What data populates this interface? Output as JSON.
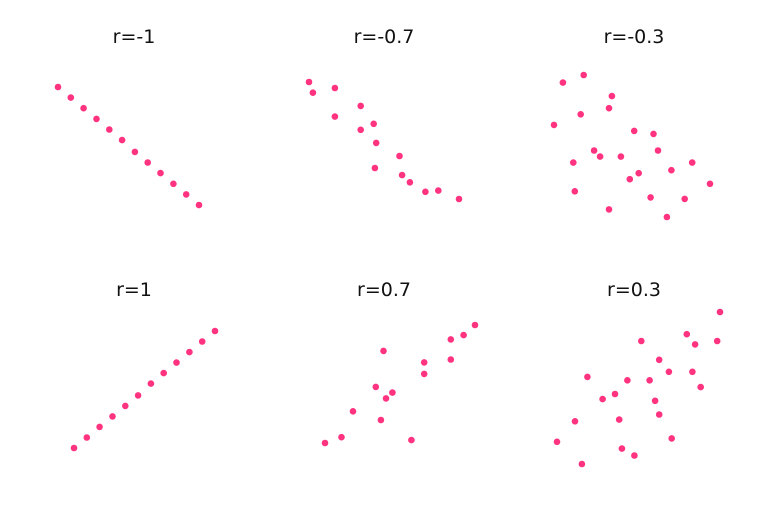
{
  "colors": {
    "point": "#ff3380",
    "background": "#ffffff",
    "title": "#111111"
  },
  "chart_data": [
    {
      "type": "scatter",
      "title": "r=-1",
      "x": [
        0,
        1,
        2,
        3,
        4,
        5,
        6,
        7,
        8,
        9,
        10,
        11
      ],
      "y": [
        10,
        9.1,
        8.2,
        7.3,
        6.4,
        5.5,
        4.5,
        3.6,
        2.7,
        1.8,
        0.9,
        0
      ]
    },
    {
      "type": "scatter",
      "title": "r=-0.7",
      "x": [
        0,
        0.3,
        2,
        2,
        4,
        4,
        5,
        5.2,
        5.1,
        7,
        7.2,
        7.8,
        9,
        10,
        11.6
      ],
      "y": [
        10,
        9.1,
        9.5,
        7.1,
        8,
        6,
        6.5,
        4.9,
        2.8,
        3.8,
        2.2,
        1.6,
        0.8,
        0.9,
        0.2
      ]
    },
    {
      "type": "scatter",
      "title": "r=-0.3",
      "x": [
        0.2,
        0.8,
        1.5,
        1.6,
        2,
        2.2,
        2.9,
        3.3,
        3.9,
        3.9,
        4.1,
        4.7,
        5.3,
        5.6,
        5.9,
        6.7,
        6.9,
        7.2,
        7.8,
        8.1,
        9,
        9.5,
        10.7
      ],
      "y": [
        6.4,
        9.2,
        3.9,
        2,
        7.1,
        9.7,
        4.7,
        4.3,
        7.5,
        0.8,
        8.3,
        4.3,
        2.8,
        6,
        3.2,
        1.6,
        5.8,
        4.7,
        0.3,
        3.4,
        1.5,
        3.9,
        2.5
      ]
    },
    {
      "type": "scatter",
      "title": "r=1",
      "x": [
        0,
        1,
        2,
        3,
        4,
        5,
        6,
        7,
        8,
        9,
        10,
        11
      ],
      "y": [
        0,
        0.9,
        1.8,
        2.7,
        3.6,
        4.5,
        5.5,
        6.4,
        7.3,
        8.2,
        9.1,
        10
      ]
    },
    {
      "type": "scatter",
      "title": "r=0.7",
      "x": [
        0,
        1.3,
        2.2,
        4,
        4.4,
        4.6,
        4.8,
        5.3,
        6.8,
        7.8,
        7.8,
        9.9,
        9.9,
        10.9,
        11.8
      ],
      "y": [
        0.3,
        0.7,
        2.5,
        4.2,
        1.9,
        6.7,
        3.4,
        3.8,
        0.5,
        5.9,
        5.1,
        6.1,
        7.5,
        7.8,
        8.5
      ]
    },
    {
      "type": "scatter",
      "title": "r=0.3",
      "x": [
        0.2,
        1.5,
        2,
        2.4,
        3.5,
        4.4,
        4.7,
        4.9,
        5.3,
        5.8,
        6.3,
        6.9,
        7.3,
        7.6,
        7.6,
        8.3,
        8.5,
        9.6,
        10,
        10.2,
        10.6,
        11.8,
        12
      ],
      "y": [
        1.8,
        3,
        0.5,
        5.6,
        4.3,
        4.6,
        3.1,
        1.4,
        5.4,
        1,
        7.7,
        5.4,
        4.2,
        3.4,
        6.6,
        5.9,
        2,
        8.1,
        5.9,
        7.5,
        5,
        7.7,
        9.4
      ]
    }
  ]
}
